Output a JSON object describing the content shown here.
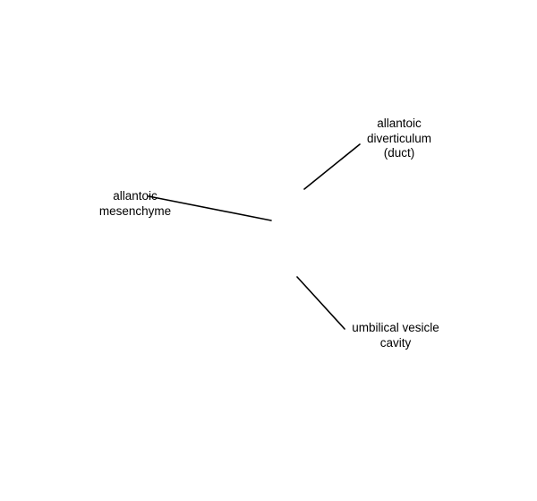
{
  "labels": {
    "allantoic_mesenchyme": "allantoic\nmesenchyme",
    "allantoic_diverticulum": "allantoic\ndiverticulum\n(duct)",
    "umbilical_vesicle_cavity": "umbilical vesicle\ncavity"
  },
  "colors": {
    "background": "#ffffff",
    "lines": "#000000",
    "text": "#000000"
  }
}
